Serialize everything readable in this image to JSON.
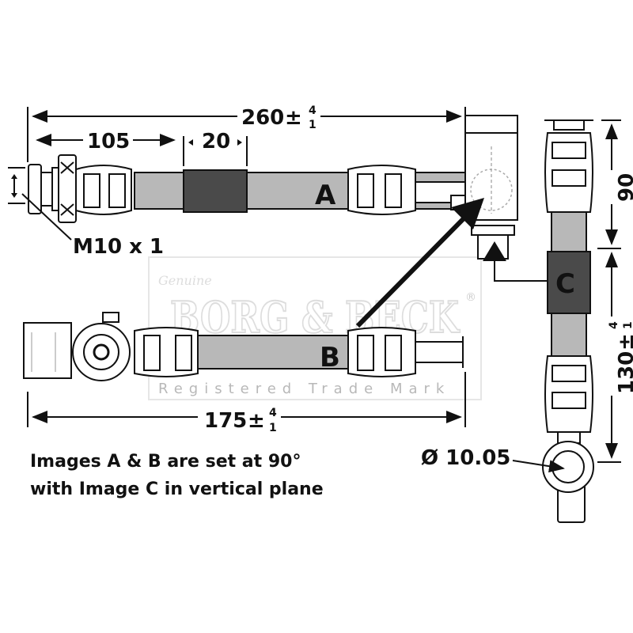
{
  "dimensions": {
    "overall_a": {
      "value": "260",
      "sign": "±",
      "tol_upper": "4",
      "tol_lower": "1"
    },
    "to_sleeve": {
      "value": "105"
    },
    "sleeve_length": {
      "value": "20"
    },
    "thread": {
      "value": "M10 x 1"
    },
    "overall_b": {
      "value": "175",
      "sign": "±",
      "tol_upper": "4",
      "tol_lower": "1"
    },
    "vertical_top": {
      "value": "90"
    },
    "vertical_bottom": {
      "value": "130",
      "sign": "±",
      "tol_upper": "4",
      "tol_lower": "1"
    },
    "eye_diameter": {
      "value": "Ø 10.05"
    }
  },
  "labels": {
    "a": "A",
    "b": "B",
    "c": "C"
  },
  "caption": {
    "line1": "Images A & B are set at 90°",
    "line2": "with Image C in vertical plane"
  },
  "watermark": {
    "script": "Genuine",
    "brand": "BORG & BECK",
    "registered": "®",
    "tagline": "Registered Trade Mark"
  }
}
